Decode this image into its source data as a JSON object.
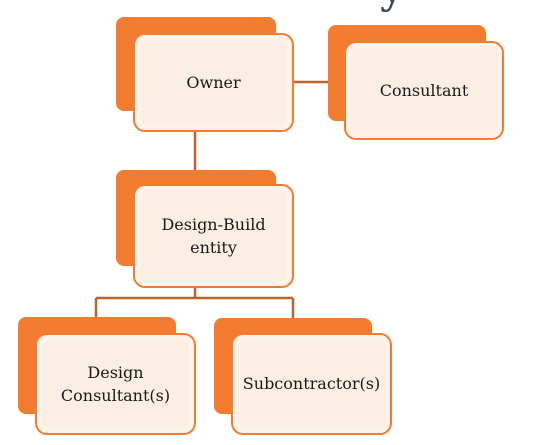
{
  "title_fragment": "y",
  "colors": {
    "accent": "#f47c31",
    "card_fill": "#fdf3ea",
    "connector": "#b9652e",
    "text": "#1a1a1a"
  },
  "nodes": {
    "owner": {
      "label": "Owner"
    },
    "consultant": {
      "label": "Consultant"
    },
    "design_build": {
      "label": "Design-Build entity"
    },
    "design_consultants": {
      "label": "Design Consultant(s)"
    },
    "subcontractors": {
      "label": "Subcontractor(s)"
    }
  }
}
